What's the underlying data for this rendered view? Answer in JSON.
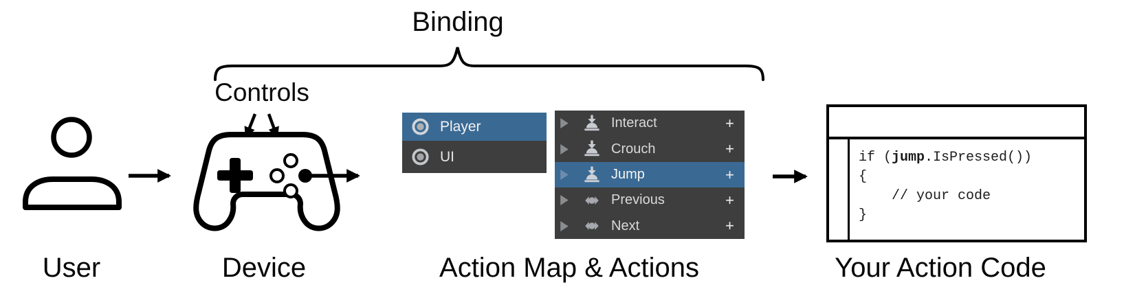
{
  "titles": {
    "binding": "Binding",
    "controls": "Controls"
  },
  "captions": {
    "user": "User",
    "device": "Device",
    "action_map": "Action Map & Actions",
    "action_code": "Your Action Code"
  },
  "action_maps": {
    "items": [
      {
        "label": "Player",
        "selected": true,
        "icon": "target-icon"
      },
      {
        "label": "UI",
        "selected": false,
        "icon": "target-icon"
      }
    ]
  },
  "actions": {
    "plus_label": "+",
    "items": [
      {
        "label": "Interact",
        "selected": false,
        "icon": "button-press-icon"
      },
      {
        "label": "Crouch",
        "selected": false,
        "icon": "button-press-icon"
      },
      {
        "label": "Jump",
        "selected": true,
        "icon": "button-press-icon"
      },
      {
        "label": "Previous",
        "selected": false,
        "icon": "axis-composite-icon"
      },
      {
        "label": "Next",
        "selected": false,
        "icon": "axis-composite-icon"
      }
    ]
  },
  "code": {
    "line1_pre": "if (",
    "line1_bold": "jump",
    "line1_post": ".IsPressed())",
    "line2": "{",
    "line3": "    // your code",
    "line4": "}"
  },
  "colors": {
    "selection_blue": "#3A6A94",
    "panel_gray": "#3E3E3E",
    "icon_gray": "#C7CBD0",
    "foldout_gray": "#8A8D90",
    "foldout_selected": "#6F8CAD",
    "ink": "#000000"
  }
}
